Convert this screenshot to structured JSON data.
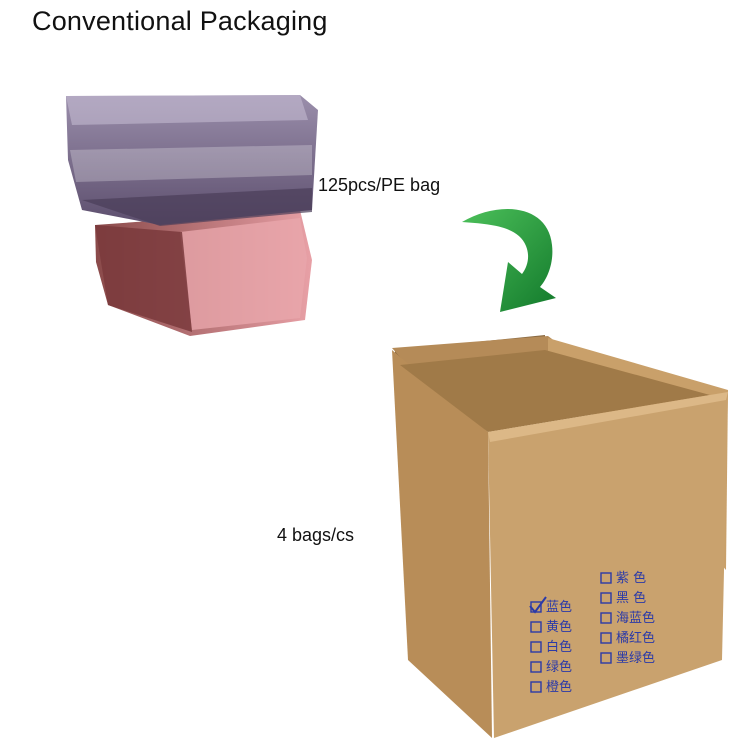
{
  "title": "Conventional Packaging",
  "bag_label": "125pcs/PE bag",
  "case_label": "4 bags/cs",
  "box_print": {
    "left_column": [
      "蓝色",
      "黄色",
      "白色",
      "绿色",
      "橙色"
    ],
    "right_column": [
      "紫 色",
      "黑 色",
      "海蓝色",
      "橘红色",
      "墨绿色"
    ],
    "checked_left_index": 0
  },
  "colors": {
    "arrow": "#1f9a3a",
    "box": "#c49a63",
    "print": "#2b3aa8",
    "bag_top": "#6a5a7a",
    "bag_bottom": "#d98a8f"
  }
}
